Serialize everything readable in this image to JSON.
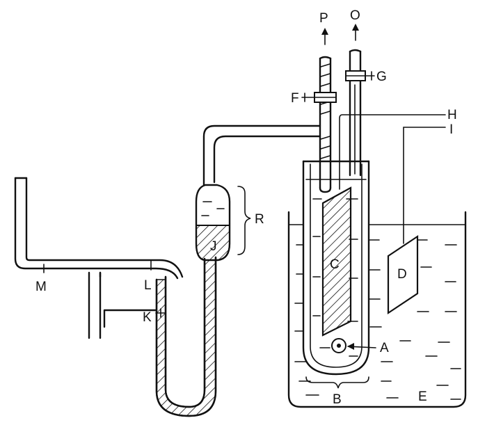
{
  "labels": {
    "P": "P",
    "O": "O",
    "G": "G",
    "F": "F",
    "H": "H",
    "I": "I",
    "R": "R",
    "J": "J",
    "C": "C",
    "D": "D",
    "M": "M",
    "L": "L",
    "K": "K",
    "A": "A",
    "B": "B",
    "E": "E"
  },
  "colors": {
    "ink": "#111111",
    "paper": "#ffffff"
  }
}
